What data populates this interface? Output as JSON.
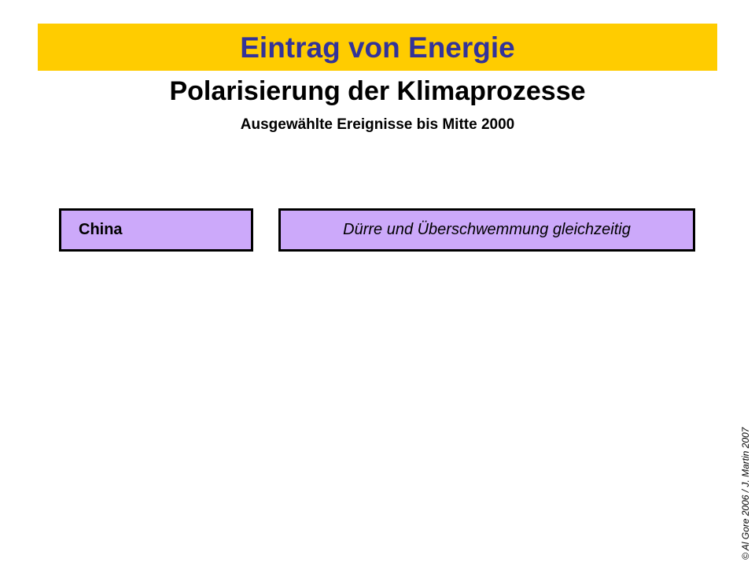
{
  "slide": {
    "banner": {
      "title": "Eintrag von Energie",
      "background_color": "#ffcc00",
      "text_color": "#333399"
    },
    "subtitle": "Polarisierung der Klimaprozesse",
    "subsubtitle": "Ausgewählte Ereignisse bis Mitte 2000",
    "events": [
      {
        "region": "China",
        "description": "Dürre und Überschwemmung gleichzeitig",
        "box_fill_color": "#cca9fa",
        "box_border_color": "#000000"
      }
    ],
    "credit": "© Al Gore 2006 / J. Martin 2007"
  }
}
